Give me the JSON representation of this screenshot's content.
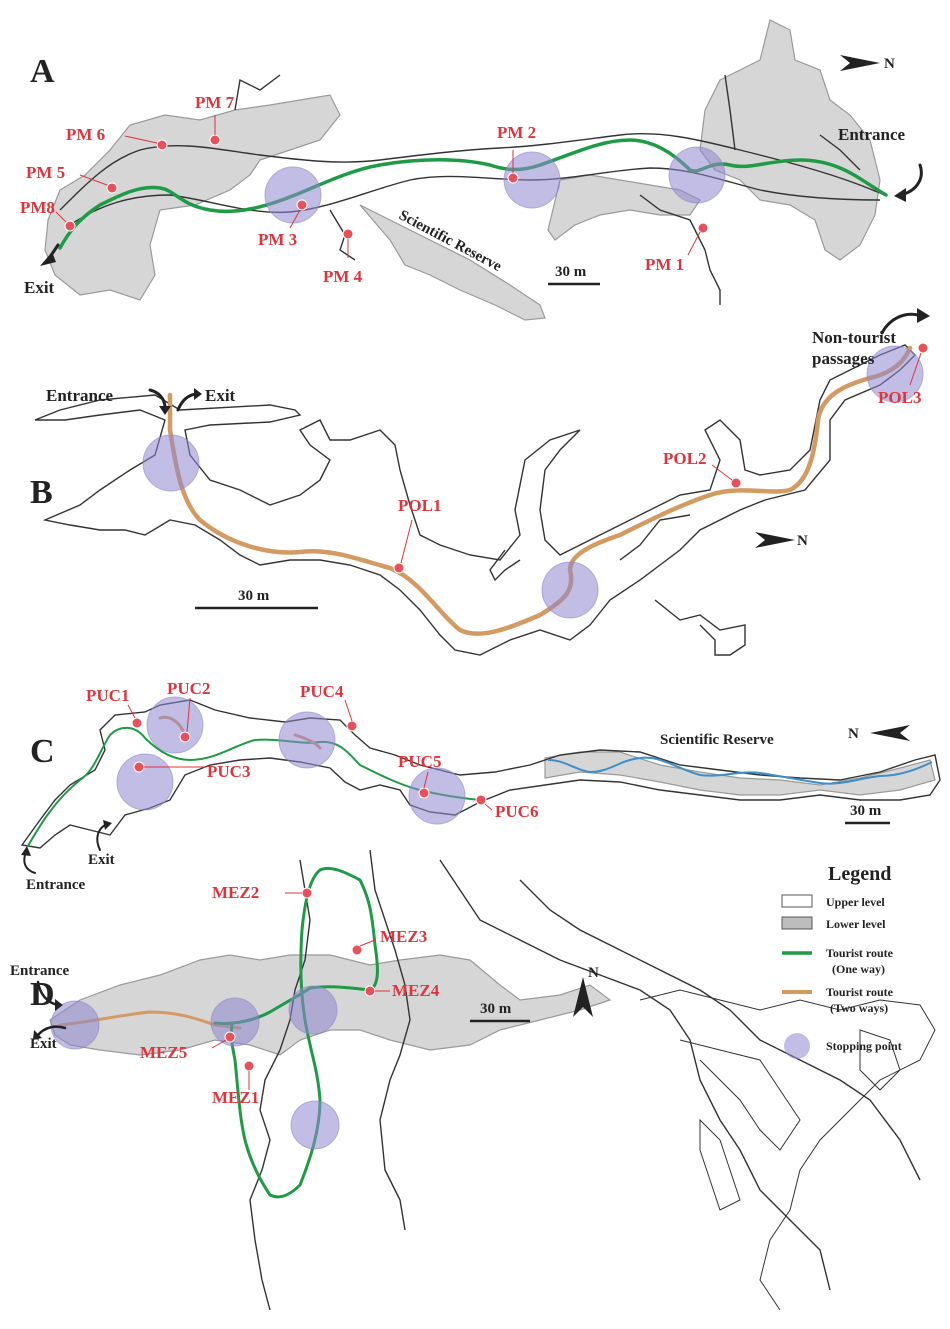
{
  "panels": {
    "A": {
      "letter": "A",
      "entrance": "Entrance",
      "exit": "Exit",
      "reserve": "Scientific Reserve",
      "scale": "30 m",
      "north": "N",
      "points": [
        "PM 7",
        "PM 6",
        "PM 5",
        "PM8",
        "PM 3",
        "PM 4",
        "PM 2",
        "PM 1"
      ]
    },
    "B": {
      "letter": "B",
      "entrance": "Entrance",
      "exit": "Exit",
      "nontourist_1": "Non-tourist",
      "nontourist_2": "passages",
      "scale": "30 m",
      "north": "N",
      "points": [
        "POL1",
        "POL2",
        "POL3"
      ]
    },
    "C": {
      "letter": "C",
      "entrance": "Entrance",
      "exit": "Exit",
      "reserve": "Scientific Reserve",
      "scale": "30 m",
      "north": "N",
      "points": [
        "PUC1",
        "PUC2",
        "PUC3",
        "PUC4",
        "PUC5",
        "PUC6"
      ]
    },
    "D": {
      "letter": "D",
      "entrance": "Entrance",
      "exit": "Exit",
      "scale": "30 m",
      "north": "N",
      "points": [
        "MEZ2",
        "MEZ3",
        "MEZ4",
        "MEZ5",
        "MEZ1"
      ]
    }
  },
  "legend": {
    "title": "Legend",
    "upper": "Upper level",
    "lower": "Lower level",
    "one_way_1": "Tourist route",
    "one_way_2": "(One way)",
    "two_way_1": "Tourist route",
    "two_way_2": "(Two ways)",
    "stop": "Stopping point"
  },
  "colors": {
    "one_way_route": "#1e9b45",
    "two_way_route": "#d39a62",
    "stopping_point": "#8f86cf",
    "monitoring_point": "#e8505a",
    "lower_level": "#d6d6d6"
  }
}
